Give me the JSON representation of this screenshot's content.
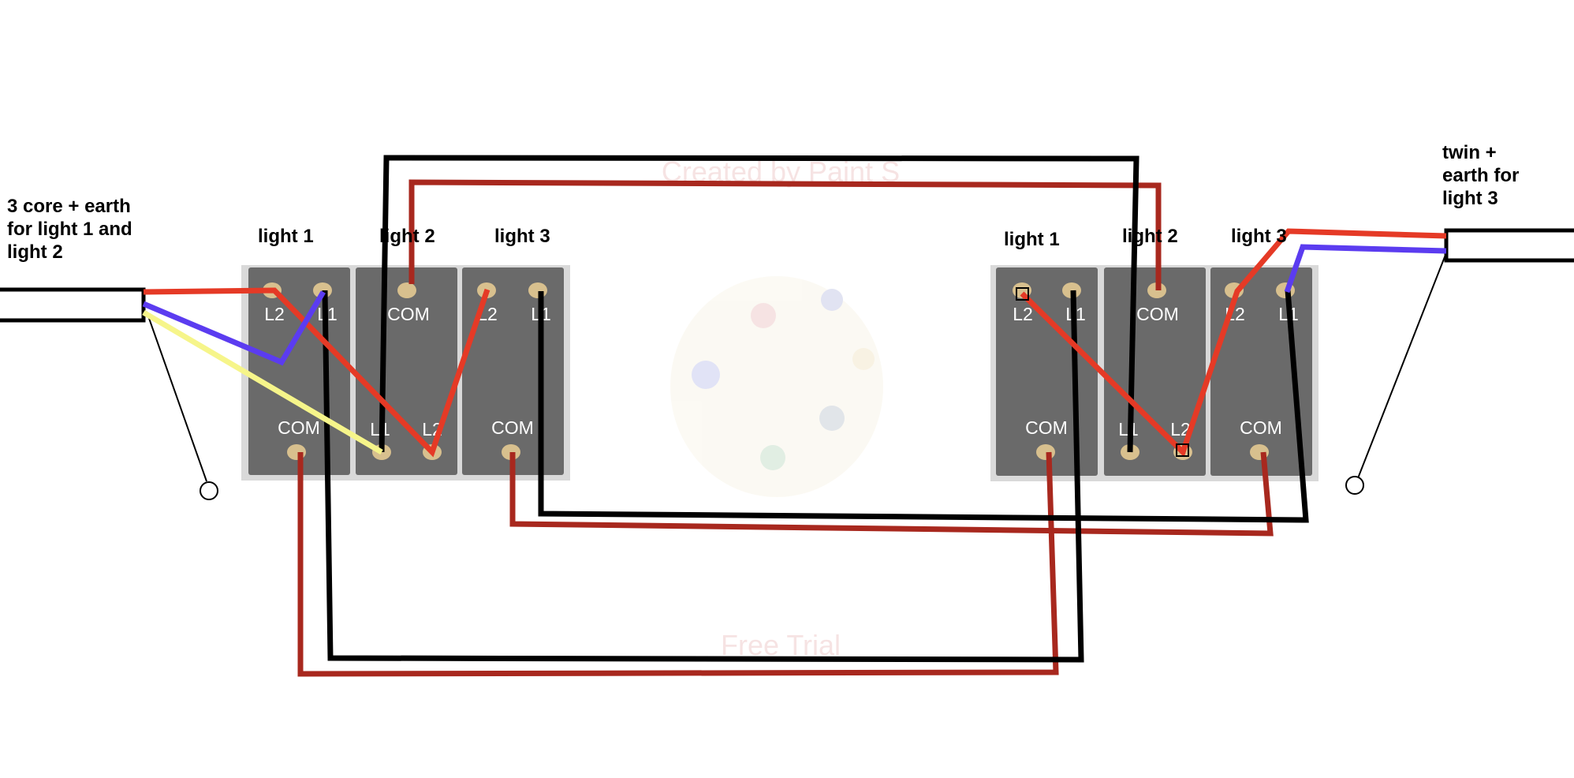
{
  "annotations": {
    "left_cable": "3 core + earth\nfor light 1 and\nlight 2",
    "right_cable": "twin +\nearth for\nlight 3"
  },
  "switch_left": {
    "gangs": [
      {
        "label": "light 1",
        "top_terminals": [
          "L2",
          "L1"
        ],
        "bottom_terminal": "COM"
      },
      {
        "label": "light 2",
        "top_terminals": [
          "COM"
        ],
        "bottom_terminals": [
          "L1",
          "L2"
        ]
      },
      {
        "label": "light 3",
        "top_terminals": [
          "L2",
          "L1"
        ],
        "bottom_terminal": "COM"
      }
    ]
  },
  "switch_right": {
    "gangs": [
      {
        "label": "light 1",
        "top_terminals": [
          "L2",
          "L1"
        ],
        "bottom_terminal": "COM"
      },
      {
        "label": "light 2",
        "top_terminals": [
          "COM"
        ],
        "bottom_terminals": [
          "L1",
          "L2"
        ]
      },
      {
        "label": "light 3",
        "top_terminals": [
          "L2",
          "L1"
        ],
        "bottom_terminal": "COM"
      }
    ]
  },
  "colors": {
    "background": "#ffffff",
    "plate": "#d9d9d9",
    "gang": "#6a6a6a",
    "terminal": "#d8c08e",
    "wire_red": "#e53a26",
    "wire_dark_red": "#a8281e",
    "wire_black": "#000000",
    "wire_blue": "#5b3cf0",
    "wire_yellow": "#f6f58a"
  },
  "watermark": {
    "top_text": "Created by Paint S",
    "bottom_text": "Free Trial"
  }
}
